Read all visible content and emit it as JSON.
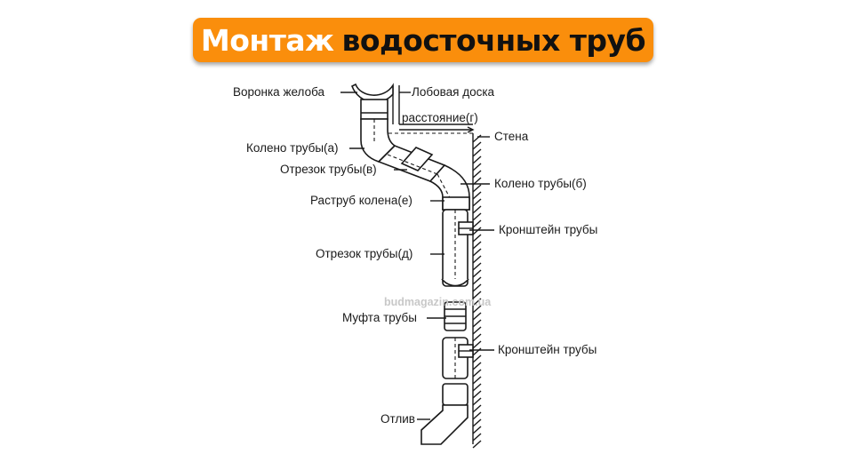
{
  "title": {
    "part1": "Монтаж",
    "part2": "водосточных труб",
    "colors": {
      "banner": "#fa8e0c",
      "part1": "#ffffff",
      "part2": "#111111"
    }
  },
  "labels": {
    "gutter_funnel": "Воронка желоба",
    "fascia_board": "Лобовая доска",
    "distance_g": "расстояние(г)",
    "wall": "Стена",
    "elbow_a": "Колено трубы(а)",
    "pipe_segment_v": "Отрезок трубы(в)",
    "elbow_b": "Колено трубы(б)",
    "elbow_socket_e": "Раструб колена(е)",
    "bracket_upper": "Кронштейн трубы",
    "pipe_segment_d": "Отрезок трубы(д)",
    "coupling": "Муфта трубы",
    "bracket_lower": "Кронштейн трубы",
    "outlet": "Отлив"
  },
  "watermark": "budmagazin.com.ua"
}
